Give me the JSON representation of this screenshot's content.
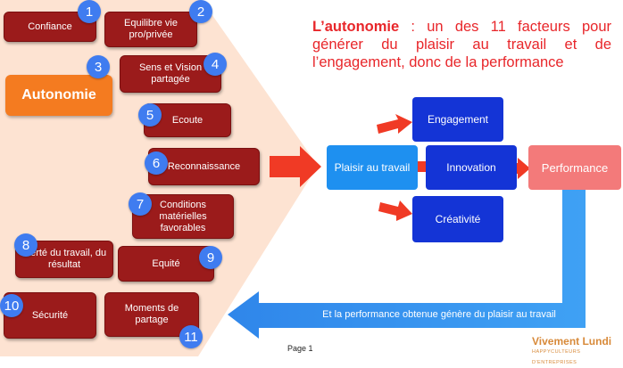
{
  "title": {
    "keyword": "L’autonomie",
    "rest": " : un des 11 facteurs pour générer du plaisir au travail et de l’engagement, donc de la performance"
  },
  "factors": [
    {
      "number": "1",
      "label": "Confiance"
    },
    {
      "number": "2",
      "label": "Equilibre vie pro/privée"
    },
    {
      "number": "3",
      "label": "Autonomie"
    },
    {
      "number": "4",
      "label": "Sens et Vision partagée"
    },
    {
      "number": "5",
      "label": "Ecoute"
    },
    {
      "number": "6",
      "label": "Reconnaissance"
    },
    {
      "number": "7",
      "label": "Conditions matérielles favorables"
    },
    {
      "number": "8",
      "label": "Fierté du travail, du résultat"
    },
    {
      "number": "9",
      "label": "Equité"
    },
    {
      "number": "10",
      "label": "Sécurité"
    },
    {
      "number": "11",
      "label": "Moments de partage"
    }
  ],
  "flow": {
    "source": "Plaisir au travail",
    "engagement": "Engagement",
    "innovation": "Innovation",
    "creativite": "Créativité",
    "performance": "Performance",
    "feedback": "Et la performance obtenue génère du plaisir au travail"
  },
  "footer": {
    "page": "Page 1",
    "brand": "Vivement Lundi",
    "brand_sub": "HAPPYCULTEURS D'ENTREPRISES"
  },
  "colors": {
    "factor_box": "#9b1b1b",
    "highlight": "#f47b20",
    "number_badge": "#3f7cf0",
    "arrow_red": "#f03a25",
    "dark_blue": "#1434d6",
    "light_blue": "#1e90f0",
    "performance": "#f37a7a",
    "title_red": "#e8262a",
    "funnel": "#fde3d2"
  }
}
